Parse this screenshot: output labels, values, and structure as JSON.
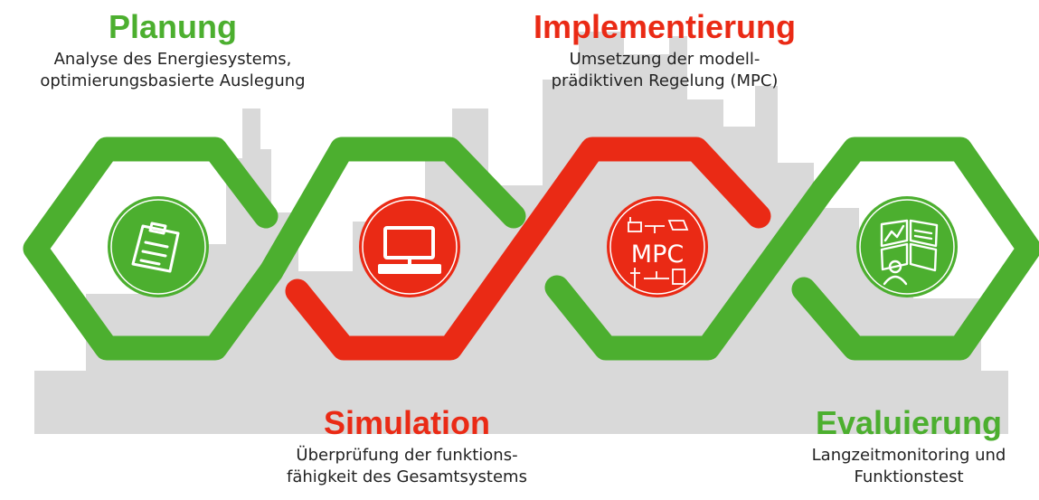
{
  "colors": {
    "green": "#4caf2f",
    "red": "#ea2a15",
    "skyline": "#d9d9d9",
    "white": "#ffffff"
  },
  "stages": [
    {
      "title": "Planung",
      "lines": [
        "Analyse des Energiesystems,",
        "optimierungsbasierte Auslegung"
      ],
      "color": "green",
      "icon": "clipboard-icon"
    },
    {
      "title": "Simulation",
      "lines": [
        "Überprüfung der funktions-",
        "fähigkeit des Gesamtsystems"
      ],
      "color": "red",
      "icon": "computer-icon"
    },
    {
      "title": "Implementierung",
      "lines": [
        "Umsetzung der modell-",
        "prädiktiven Regelung (MPC)"
      ],
      "color": "red",
      "icon": "mpc-icon",
      "icon_label": "MPC"
    },
    {
      "title": "Evaluierung",
      "lines": [
        "Langzeitmonitoring und",
        "Funktionstest"
      ],
      "color": "green",
      "icon": "monitoring-dashboard-icon"
    }
  ]
}
